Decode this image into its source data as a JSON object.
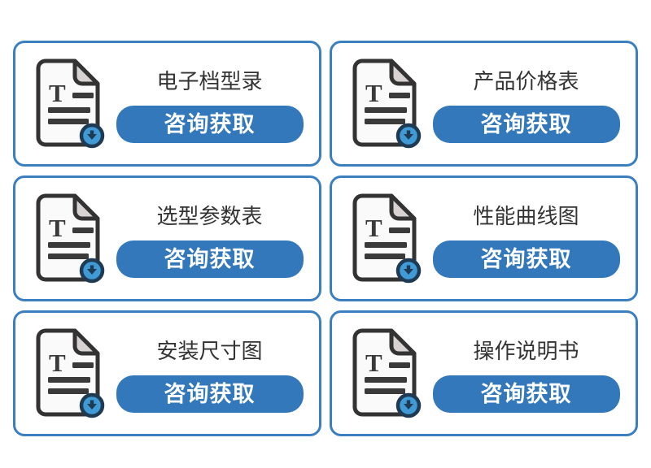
{
  "page": {
    "background": "#ffffff"
  },
  "colors": {
    "card_border": "#3b7fc0",
    "button_blue": "#3478bc",
    "button_text": "#ffffff",
    "title_text": "#333333",
    "icon_outline": "#333333",
    "icon_page_fill": "#fbfafa",
    "icon_fold_fill": "#d8d2d2",
    "icon_badge_fill": "#3f9ad6",
    "icon_badge_dark": "#1f3b54"
  },
  "icon": {
    "name": "document-download-icon",
    "letter": "T"
  },
  "cards": [
    {
      "title": "电子档型录",
      "button_label": "咨询获取"
    },
    {
      "title": "产品价格表",
      "button_label": "咨询获取"
    },
    {
      "title": "选型参数表",
      "button_label": "咨询获取"
    },
    {
      "title": "性能曲线图",
      "button_label": "咨询获取"
    },
    {
      "title": "安装尺寸图",
      "button_label": "咨询获取"
    },
    {
      "title": "操作说明书",
      "button_label": "咨询获取"
    }
  ]
}
